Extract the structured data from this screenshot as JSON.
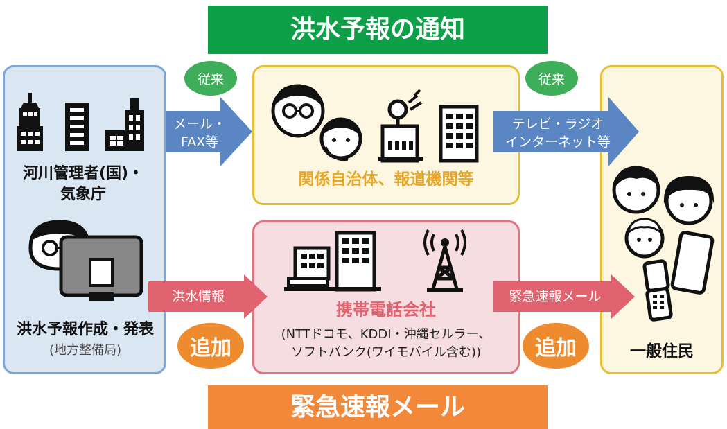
{
  "banners": {
    "top": "洪水予報の通知",
    "bottom": "緊急速報メール"
  },
  "left": {
    "top_label_line1": "河川管理者(国)・",
    "top_label_line2": "気象庁",
    "bottom_label": "洪水予報作成・発表",
    "bottom_sublabel": "(地方整備局)"
  },
  "middle_top": {
    "label": "関係自治体、報道機関等"
  },
  "middle_bottom": {
    "title": "携帯電話会社",
    "desc_line1": "(NTTドコモ、KDDI・沖縄セルラー、",
    "desc_line2": "ソフトバンク(ワイモバイル含む))"
  },
  "right": {
    "label": "一般住民"
  },
  "arrows": {
    "a1_line1": "メール・",
    "a1_line2": "FAX等",
    "a2_line1": "テレビ・ラジオ",
    "a2_line2": "インターネット等",
    "a3": "洪水情報",
    "a4": "緊急速報メール"
  },
  "bubbles": {
    "conventional_1": "従来",
    "conventional_2": "従来",
    "added_1": "追加",
    "added_2": "追加"
  },
  "colors": {
    "green": "#0ea049",
    "orange": "#f2883a",
    "blue_arrow": "#5b86c4",
    "red_arrow": "#e0636f",
    "left_fill": "#dbe6f3",
    "left_border": "#7ea6d6",
    "yellow_fill": "#fdf6e0",
    "yellow_border": "#e9bd32",
    "pink_fill": "#f6dde1",
    "pink_border": "#df7380"
  }
}
